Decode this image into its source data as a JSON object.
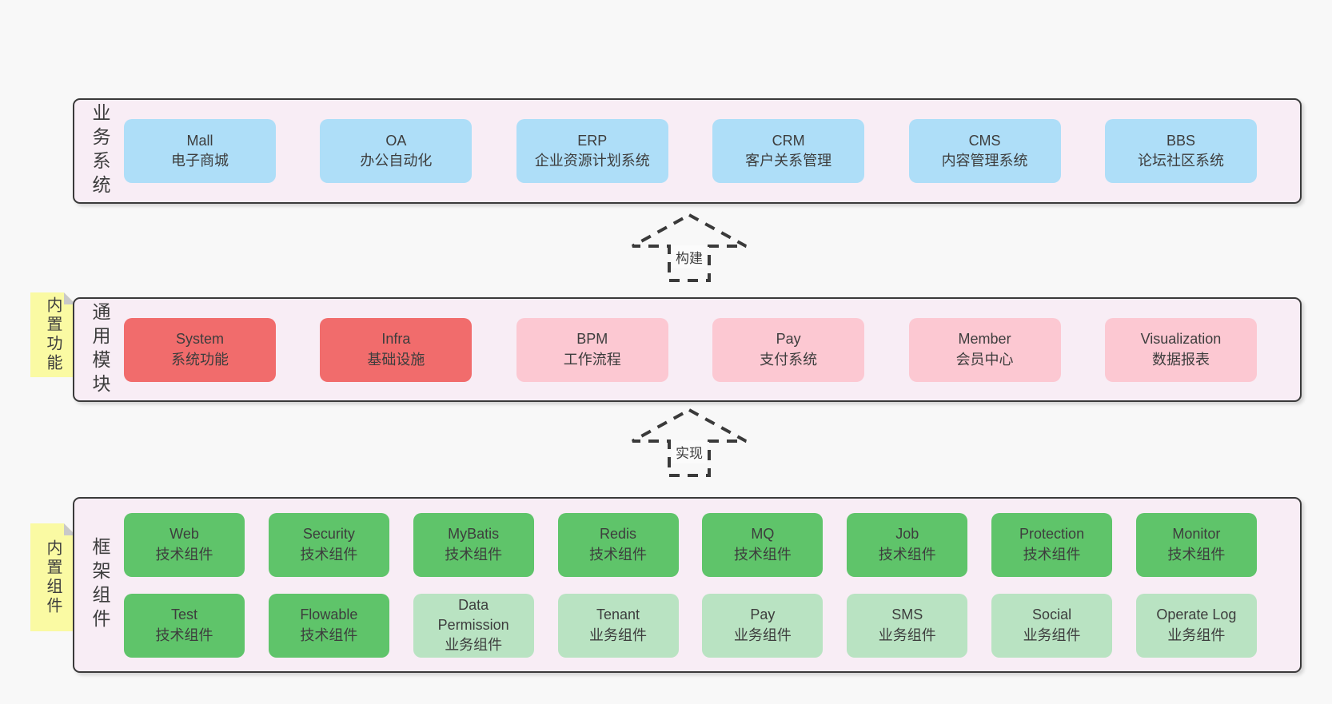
{
  "palette": {
    "page_bg": "#f8f8f8",
    "section_bg": "#f8edf5",
    "section_border": "#3a3a3a",
    "text": "#3d3d3d",
    "blue": "#aedef8",
    "red": "#f16c6c",
    "pink": "#fcc8d2",
    "green": "#5fc46a",
    "light_green": "#b9e3c2",
    "sticky_bg": "#fafaa3",
    "sticky_fold": "#c9c9c9",
    "arrow_label_bg": "#fbfbfb"
  },
  "arrows": [
    {
      "label": "构建"
    },
    {
      "label": "实现"
    }
  ],
  "sections": [
    {
      "id": "business-systems",
      "side_label": "业务系统",
      "sticky": null,
      "rows": [
        [
          {
            "title": "Mall",
            "subtitle": "电子商城",
            "color": "blue"
          },
          {
            "title": "OA",
            "subtitle": "办公自动化",
            "color": "blue"
          },
          {
            "title": "ERP",
            "subtitle": "企业资源计划系统",
            "color": "blue"
          },
          {
            "title": "CRM",
            "subtitle": "客户关系管理",
            "color": "blue"
          },
          {
            "title": "CMS",
            "subtitle": "内容管理系统",
            "color": "blue"
          },
          {
            "title": "BBS",
            "subtitle": "论坛社区系统",
            "color": "blue"
          }
        ]
      ]
    },
    {
      "id": "common-modules",
      "side_label": "通用模块",
      "sticky": "内置功能",
      "rows": [
        [
          {
            "title": "System",
            "subtitle": "系统功能",
            "color": "red"
          },
          {
            "title": "Infra",
            "subtitle": "基础设施",
            "color": "red"
          },
          {
            "title": "BPM",
            "subtitle": "工作流程",
            "color": "pink"
          },
          {
            "title": "Pay",
            "subtitle": "支付系统",
            "color": "pink"
          },
          {
            "title": "Member",
            "subtitle": "会员中心",
            "color": "pink"
          },
          {
            "title": "Visualization",
            "subtitle": "数据报表",
            "color": "pink"
          }
        ]
      ]
    },
    {
      "id": "framework-components",
      "side_label": "框架组件",
      "sticky": "内置组件",
      "rows": [
        [
          {
            "title": "Web",
            "subtitle": "技术组件",
            "color": "green"
          },
          {
            "title": "Security",
            "subtitle": "技术组件",
            "color": "green"
          },
          {
            "title": "MyBatis",
            "subtitle": "技术组件",
            "color": "green"
          },
          {
            "title": "Redis",
            "subtitle": "技术组件",
            "color": "green"
          },
          {
            "title": "MQ",
            "subtitle": "技术组件",
            "color": "green"
          },
          {
            "title": "Job",
            "subtitle": "技术组件",
            "color": "green"
          },
          {
            "title": "Protection",
            "subtitle": "技术组件",
            "color": "green"
          },
          {
            "title": "Monitor",
            "subtitle": "技术组件",
            "color": "green"
          }
        ],
        [
          {
            "title": "Test",
            "subtitle": "技术组件",
            "color": "green"
          },
          {
            "title": "Flowable",
            "subtitle": "技术组件",
            "color": "green"
          },
          {
            "title": "Data Permission",
            "subtitle": "业务组件",
            "color": "light_green"
          },
          {
            "title": "Tenant",
            "subtitle": "业务组件",
            "color": "light_green"
          },
          {
            "title": "Pay",
            "subtitle": "业务组件",
            "color": "light_green"
          },
          {
            "title": "SMS",
            "subtitle": "业务组件",
            "color": "light_green"
          },
          {
            "title": "Social",
            "subtitle": "业务组件",
            "color": "light_green"
          },
          {
            "title": "Operate Log",
            "subtitle": "业务组件",
            "color": "light_green"
          }
        ]
      ]
    }
  ]
}
